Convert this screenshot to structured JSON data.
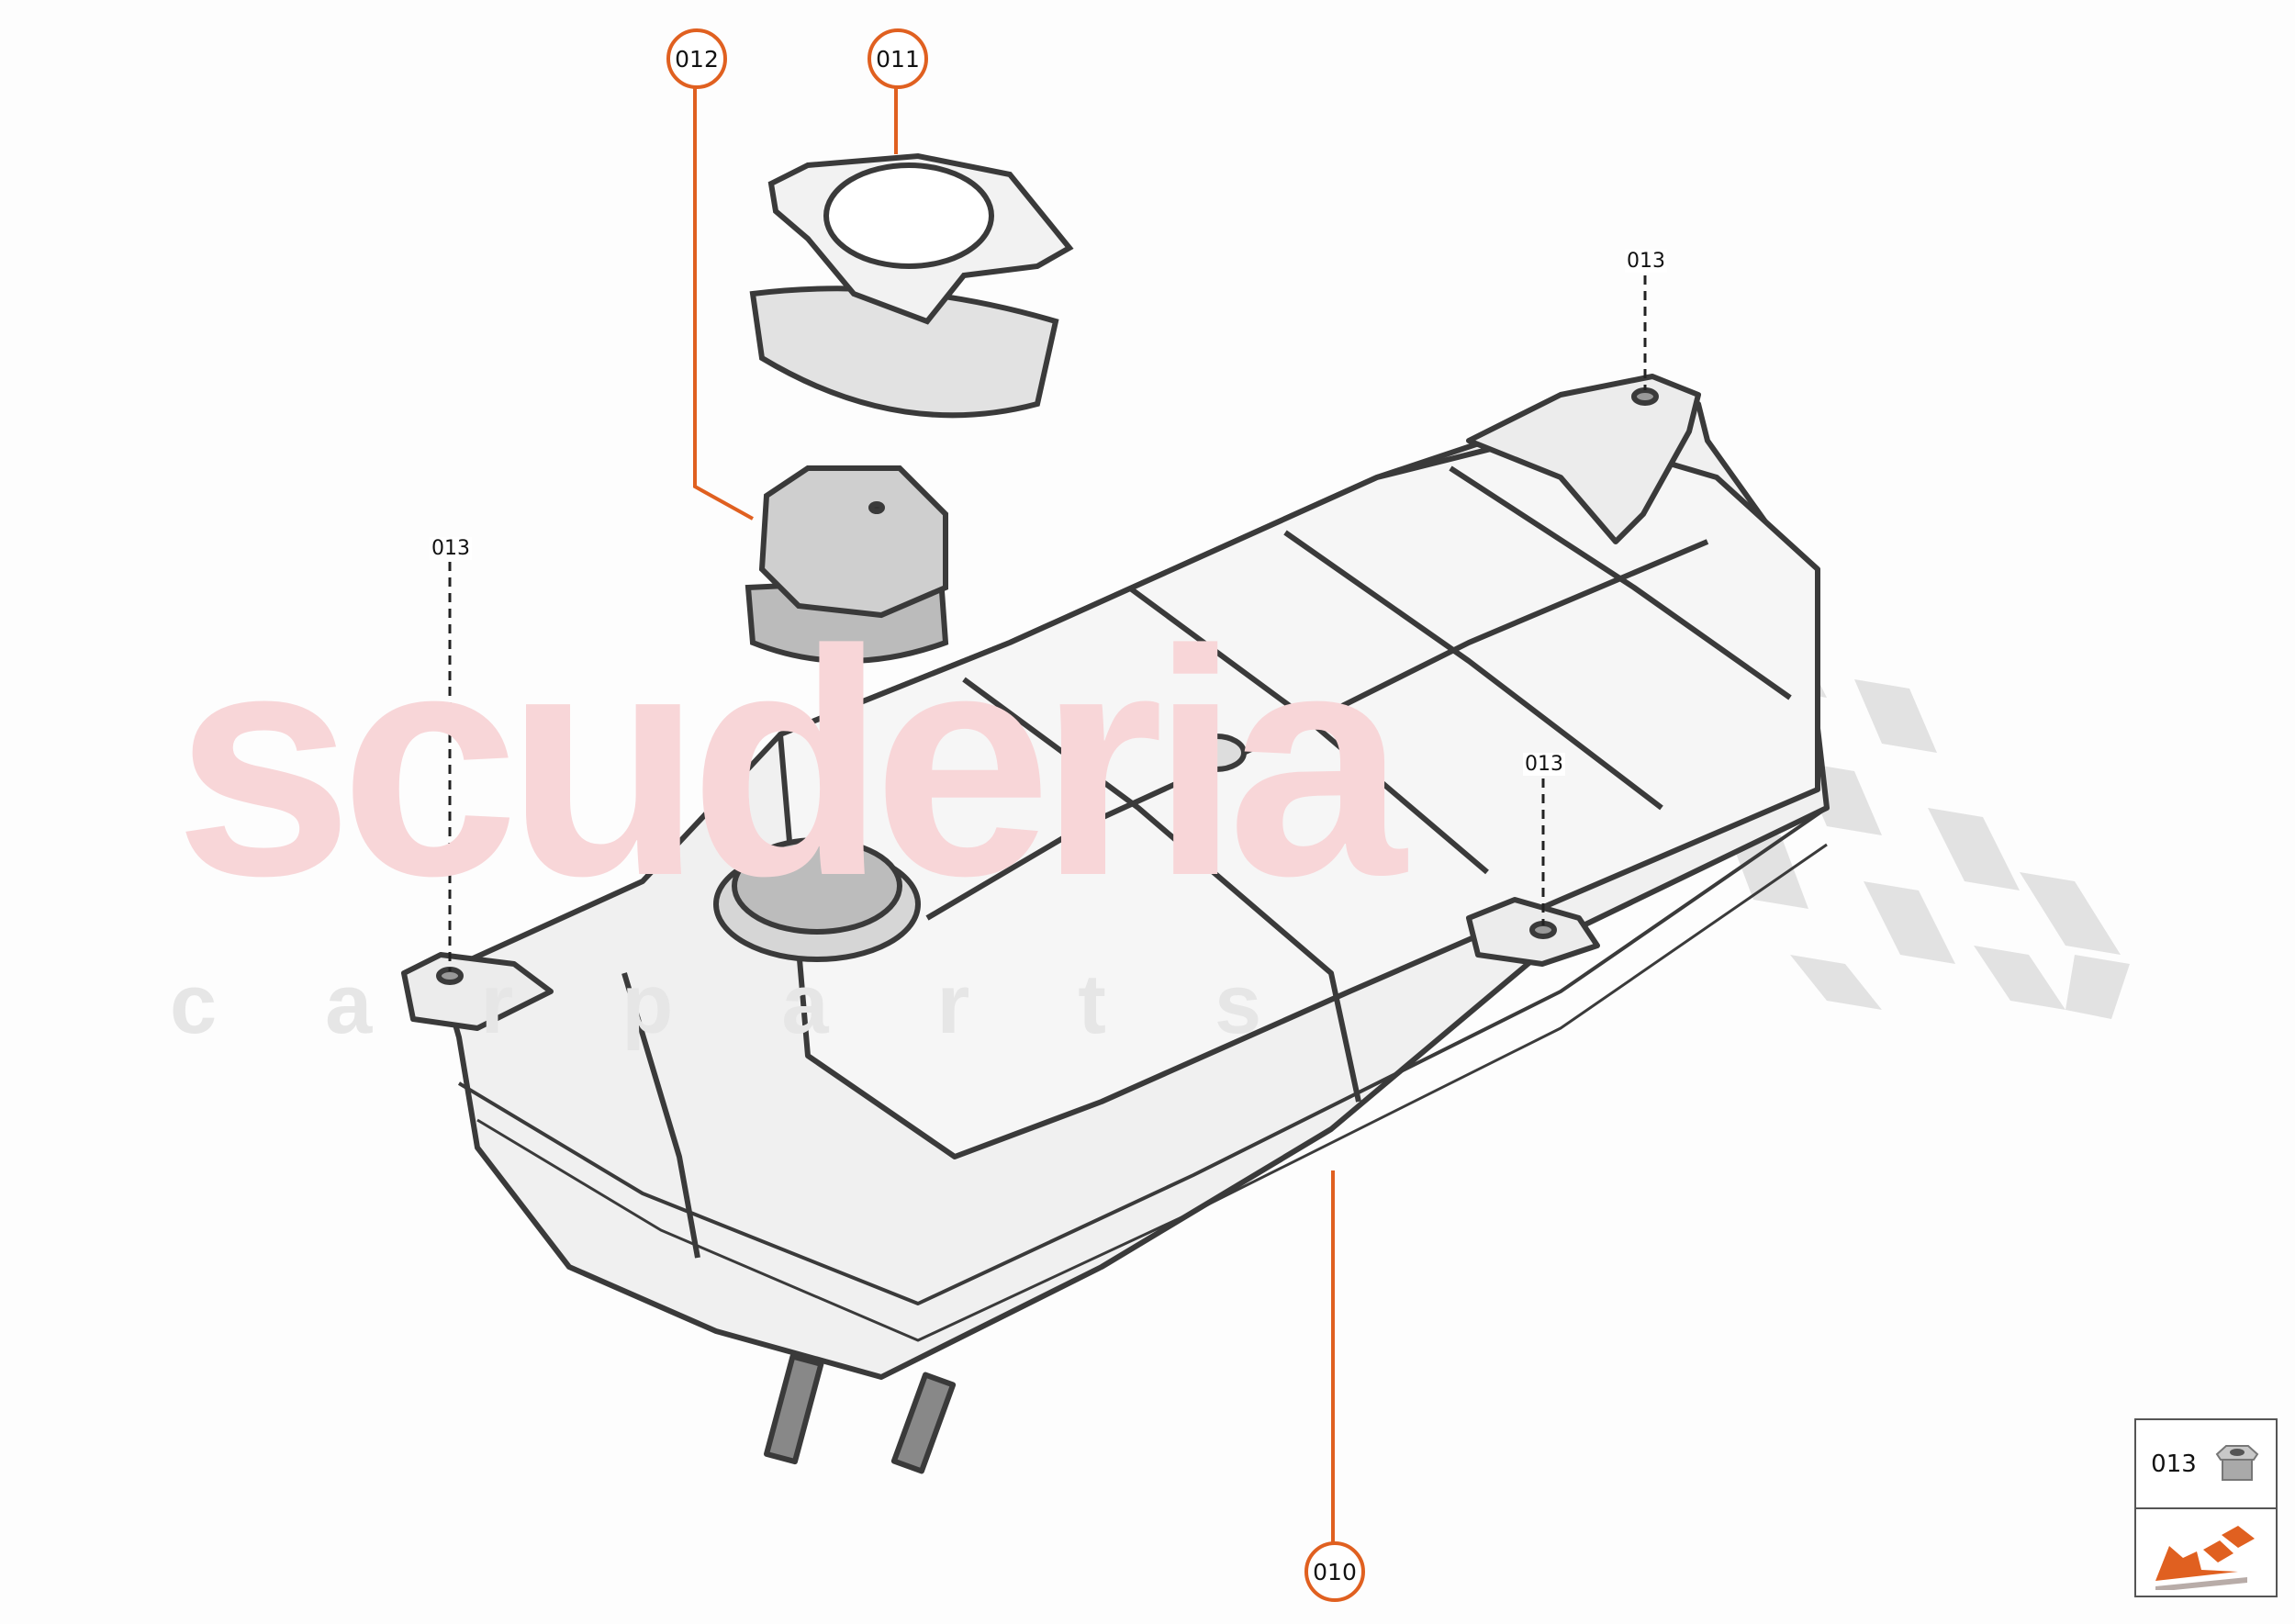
{
  "watermark": {
    "main": "scuderia",
    "sub": "carparts",
    "main_color": "#f8d6d8",
    "sub_color": "#e6e6e6"
  },
  "callouts": [
    {
      "id": "010",
      "style": "circle"
    },
    {
      "id": "011",
      "style": "circle"
    },
    {
      "id": "012",
      "style": "circle"
    },
    {
      "id": "013",
      "style": "plain"
    }
  ],
  "legend": {
    "part": "013",
    "part_icon": "flange-nut-icon",
    "direction_icon": "arrow-down-left-icon"
  },
  "colors": {
    "accent": "#e06020",
    "line": "#333333"
  }
}
